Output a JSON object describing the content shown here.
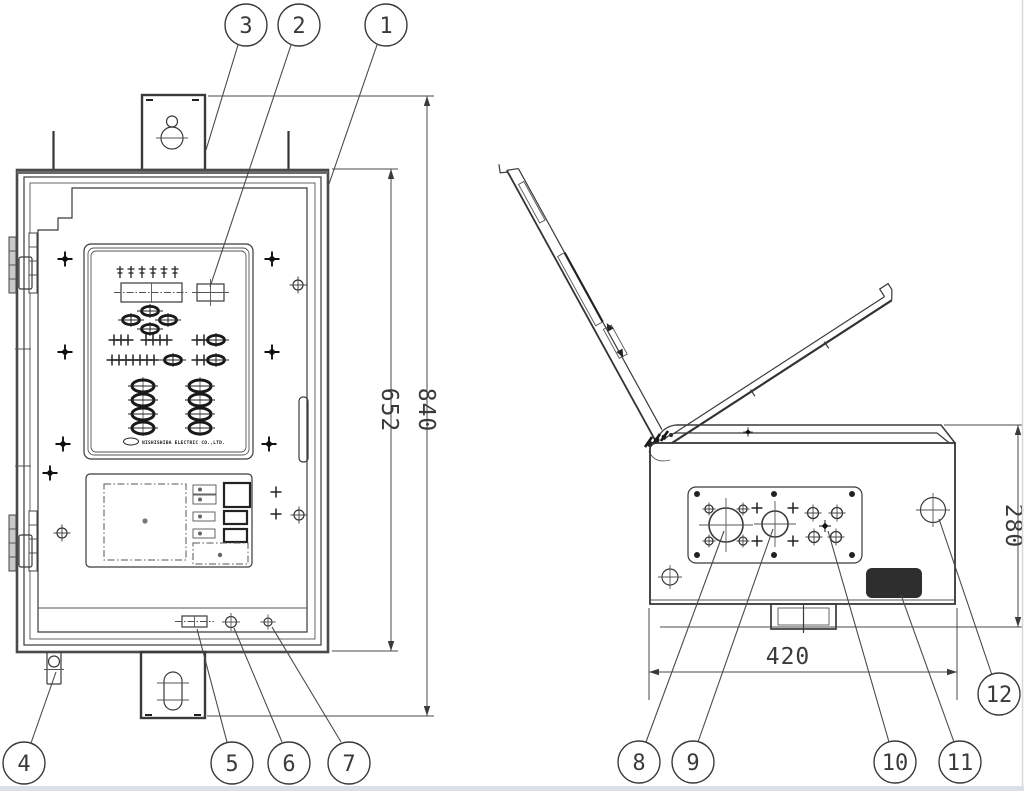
{
  "callouts": {
    "c1": "1",
    "c2": "2",
    "c3": "3",
    "c4": "4",
    "c5": "5",
    "c6": "6",
    "c7": "7",
    "c8": "8",
    "c9": "9",
    "c10": "10",
    "c11": "11",
    "c12": "12"
  },
  "dimensions": {
    "body_height": "652",
    "overall_height": "840",
    "base_width": "420",
    "side_height": "280"
  },
  "nameplate": {
    "text": "NISHISHIBA ELECTRIC CO.,LTD."
  },
  "colors": {
    "line": "#3a3a3a",
    "background": "#ffffff",
    "label_plate": "#2e2e2e"
  }
}
